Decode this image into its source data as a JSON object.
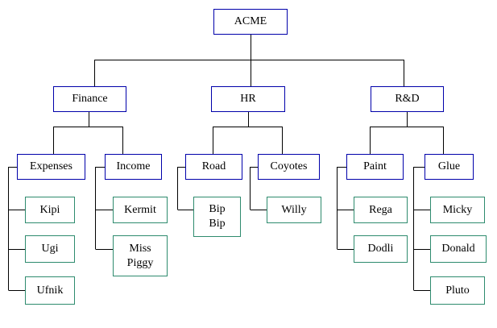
{
  "root": "ACME",
  "departments": [
    {
      "name": "Finance",
      "teams": [
        {
          "name": "Expenses",
          "members": [
            "Kipi",
            "Ugi",
            "Ufnik"
          ]
        },
        {
          "name": "Income",
          "members": [
            "Kermit",
            "Miss Piggy"
          ]
        }
      ]
    },
    {
      "name": "HR",
      "teams": [
        {
          "name": "Road",
          "members": [
            "Bip Bip"
          ]
        },
        {
          "name": "Coyotes",
          "members": [
            "Willy"
          ]
        }
      ]
    },
    {
      "name": "R&D",
      "teams": [
        {
          "name": "Paint",
          "members": [
            "Rega",
            "Dodli"
          ]
        },
        {
          "name": "Glue",
          "members": [
            "Micky",
            "Donald",
            "Pluto"
          ]
        }
      ]
    }
  ],
  "colors": {
    "unit_border": "#0000aa",
    "member_border": "#2e8b6e",
    "connector": "#000000"
  }
}
